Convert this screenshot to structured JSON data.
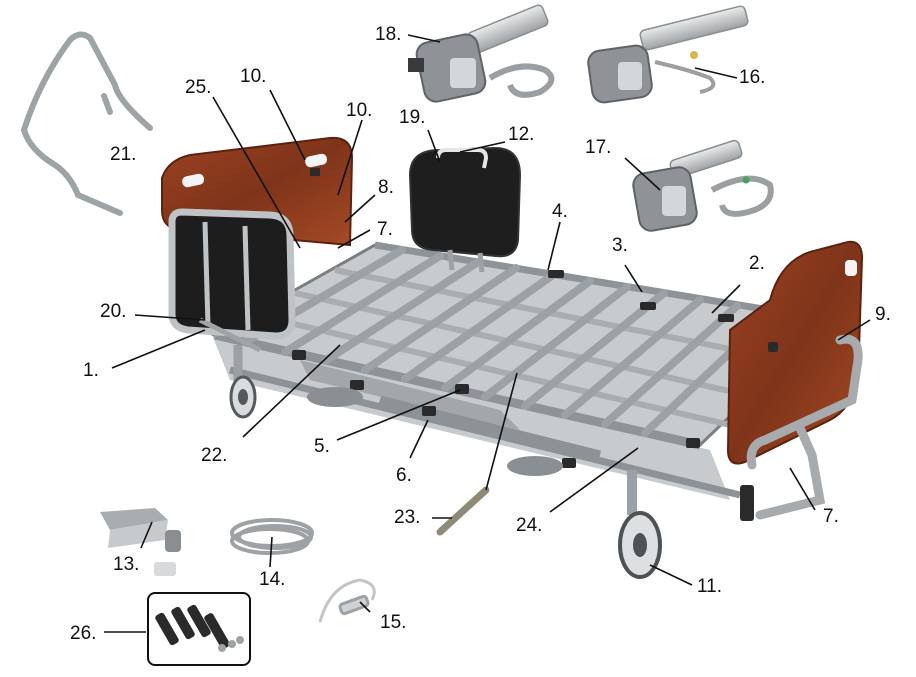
{
  "colors": {
    "frame": "#b8bcbf",
    "frame_dark": "#6e7377",
    "frame_light": "#d9dcde",
    "wood": "#8a3a1d",
    "wood_light": "#b5552d",
    "black": "#1c1c1c",
    "leader": "#111111"
  },
  "labels": [
    {
      "id": "1",
      "text": "1."
    },
    {
      "id": "2",
      "text": "2."
    },
    {
      "id": "3",
      "text": "3."
    },
    {
      "id": "4",
      "text": "4."
    },
    {
      "id": "5",
      "text": "5."
    },
    {
      "id": "6",
      "text": "6."
    },
    {
      "id": "7a",
      "text": "7."
    },
    {
      "id": "7b",
      "text": "7."
    },
    {
      "id": "8",
      "text": "8."
    },
    {
      "id": "9",
      "text": "9."
    },
    {
      "id": "10a",
      "text": "10."
    },
    {
      "id": "10b",
      "text": "10."
    },
    {
      "id": "11",
      "text": "11."
    },
    {
      "id": "12",
      "text": "12."
    },
    {
      "id": "13",
      "text": "13."
    },
    {
      "id": "14",
      "text": "14."
    },
    {
      "id": "15",
      "text": "15."
    },
    {
      "id": "16",
      "text": "16."
    },
    {
      "id": "17",
      "text": "17."
    },
    {
      "id": "18",
      "text": "18."
    },
    {
      "id": "19",
      "text": "19."
    },
    {
      "id": "20",
      "text": "20."
    },
    {
      "id": "21",
      "text": "21."
    },
    {
      "id": "22",
      "text": "22."
    },
    {
      "id": "23",
      "text": "23."
    },
    {
      "id": "24",
      "text": "24."
    },
    {
      "id": "25",
      "text": "25."
    },
    {
      "id": "26",
      "text": "26."
    }
  ]
}
